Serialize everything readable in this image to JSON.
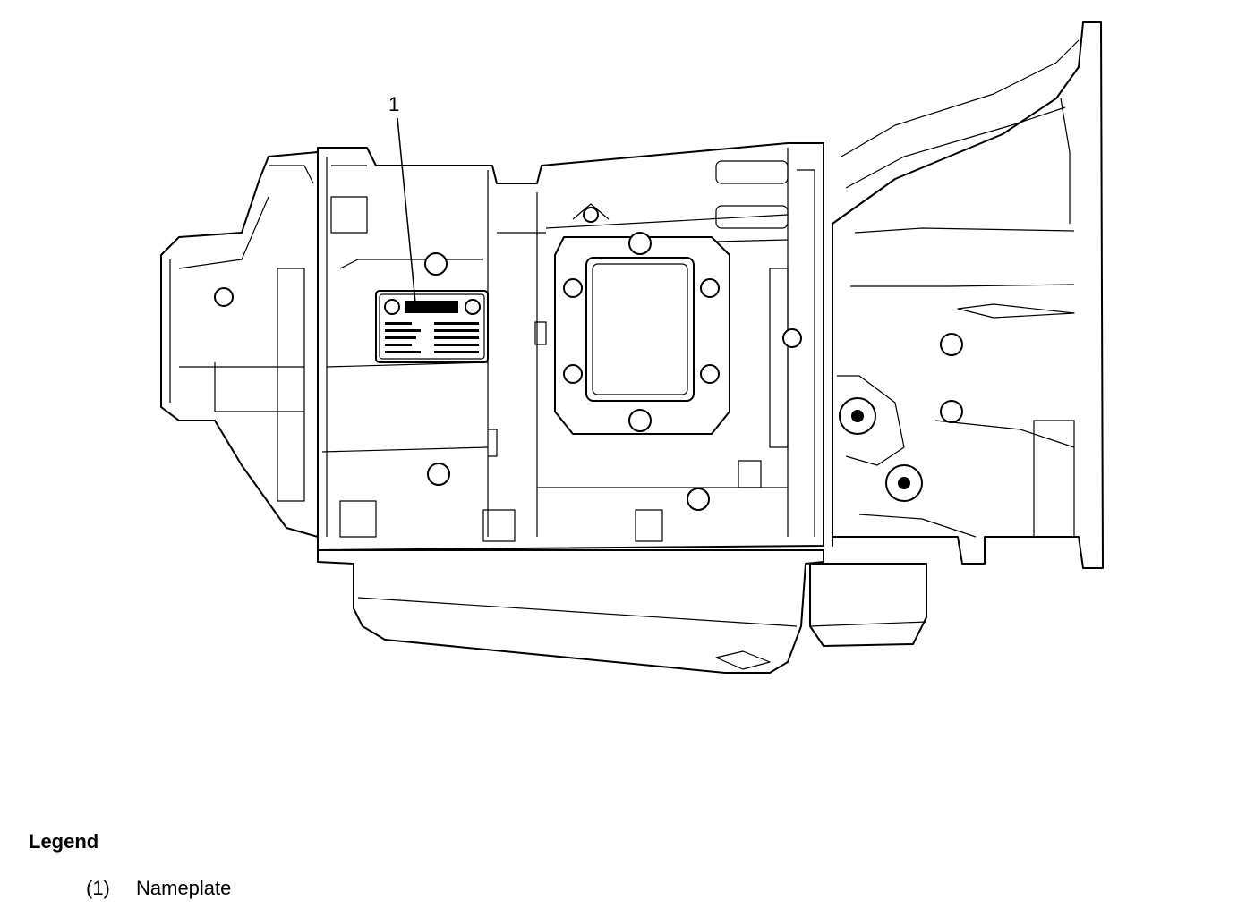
{
  "diagram": {
    "callouts": [
      {
        "number": "1"
      }
    ],
    "nameplate_icon": "nameplate-label-icon"
  },
  "legend": {
    "title": "Legend",
    "items": [
      {
        "number": "(1)",
        "label": "Nameplate"
      }
    ]
  }
}
